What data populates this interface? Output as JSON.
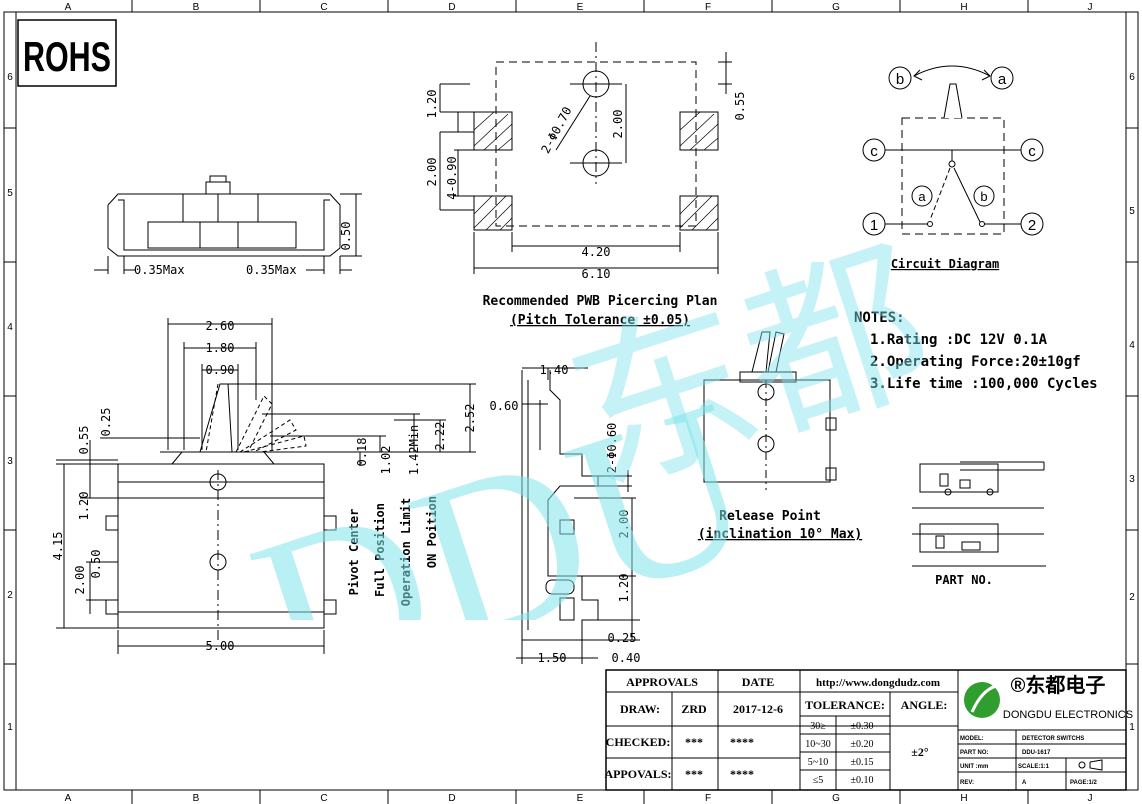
{
  "grid": {
    "cols": [
      "A",
      "B",
      "C",
      "D",
      "E",
      "F",
      "G",
      "H",
      "J"
    ],
    "rows": [
      "6",
      "5",
      "4",
      "3",
      "2",
      "1"
    ]
  },
  "rohs": "ROHS",
  "watermark": {
    "latin": "DDU",
    "cjk": "东都",
    "color": "#7fe3ea"
  },
  "side_view": {
    "left_max": "0.35Max",
    "right_max": "0.35Max",
    "height": "0.50"
  },
  "pwb": {
    "title": "Recommended PWB Picercing Plan",
    "subtitle": "(Pitch Tolerance ±0.05)",
    "d_top": "1.20",
    "d_left_200": "2.00",
    "d_left_090": "4-0.90",
    "d_hole": "2-Φ0.70",
    "d_mid_200": "2.00",
    "d_right": "0.55",
    "w_420": "4.20",
    "w_610": "6.10"
  },
  "front": {
    "w260": "2.60",
    "w180": "1.80",
    "w090": "0.90",
    "d025": "0.25",
    "d055": "0.55",
    "d120": "1.20",
    "d415": "4.15",
    "d200": "2.00",
    "d050": "0.50",
    "w500": "5.00",
    "d018": "0.18",
    "d102": "1.02",
    "d142": "1.42Min",
    "d222": "2.22",
    "d252": "2.52",
    "lbl_pivot": "Pivot Center",
    "lbl_full": "Full Position",
    "lbl_oper": "Operation Limit",
    "lbl_on": "ON Poition"
  },
  "side2": {
    "d140": "1.40",
    "d060": "0.60",
    "d2060": "2-Φ0.60",
    "d200": "2.00",
    "d120": "1.20",
    "d025": "0.25",
    "d150": "1.50",
    "d040": "0.40"
  },
  "release": {
    "title": "Release Point",
    "subtitle": "(inclination 10°  Max)"
  },
  "circuit": {
    "title": "Circuit Diagram",
    "b": "b",
    "a": "a",
    "c": "c",
    "one": "1",
    "two": "2"
  },
  "notes": {
    "title": "NOTES:",
    "items": [
      "1.Rating :DC 12V 0.1A",
      "2.Operating Force:20±10gf",
      "3.Life time :100,000 Cycles"
    ]
  },
  "part_no": "PART NO.",
  "title_block": {
    "approvals": "APPROVALS",
    "date": "DATE",
    "url": "http://www.dongdudz.com",
    "draw": "DRAW:",
    "zrd": "ZRD",
    "draw_date": "2017-12-6",
    "checked": "CHECKED:",
    "stars1": "***",
    "stars2": "****",
    "appovals": "APPOVALS:",
    "stars3": "***",
    "stars4": "****",
    "tolerance": "TOLERANCE:",
    "angle": "ANGLE:",
    "angle_val": "±2°",
    "tol_rows": [
      {
        "range": "30≥",
        "val": "±0.30"
      },
      {
        "range": "10~30",
        "val": "±0.20"
      },
      {
        "range": "5~10",
        "val": "±0.15"
      },
      {
        "range": "≤5",
        "val": "±0.10"
      }
    ],
    "company_cn": "®东都电子",
    "company_en": "DONGDU ELECTRONICS",
    "model_k": "MODEL:",
    "model_v": "DETECTOR SWITCHS",
    "part_k": "PART NO:",
    "part_v": "DDU-1617",
    "unit_k": "UNIT :mm",
    "scale": "SCALE:1:1",
    "rev_k": "REV:",
    "rev_v": "A",
    "page": "PAGE:1/2",
    "logo_color": "#2f9e2f"
  }
}
